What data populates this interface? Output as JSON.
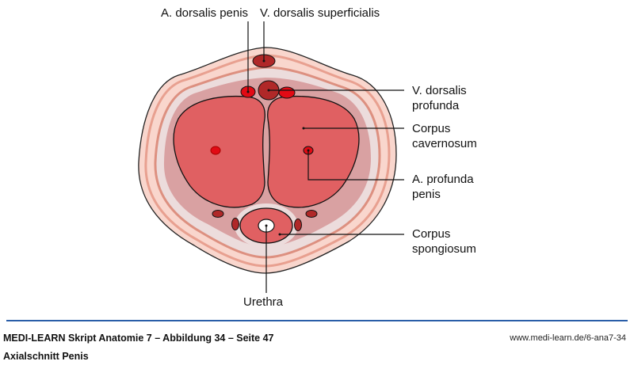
{
  "labels": {
    "a_dorsalis": "A. dorsalis penis",
    "v_superficialis": "V. dorsalis superficialis",
    "v_profunda_1": "V. dorsalis",
    "v_profunda_2": "profunda",
    "cavernosum_1": "Corpus",
    "cavernosum_2": "cavernosum",
    "a_profunda_1": "A. profunda",
    "a_profunda_2": "penis",
    "spongiosum_1": "Corpus",
    "spongiosum_2": "spongiosum",
    "urethra": "Urethra"
  },
  "footer": {
    "source": "MEDI-LEARN Skript Anatomie 7 – Abbildung 34 – Seite 47",
    "title": "Axialschnitt Penis",
    "url": "www.medi-learn.de/6-ana7-34"
  },
  "colors": {
    "accent": "#2a5ea8",
    "tissue": "#e06060",
    "vein": "#b02828",
    "artery": "#e20a14"
  }
}
